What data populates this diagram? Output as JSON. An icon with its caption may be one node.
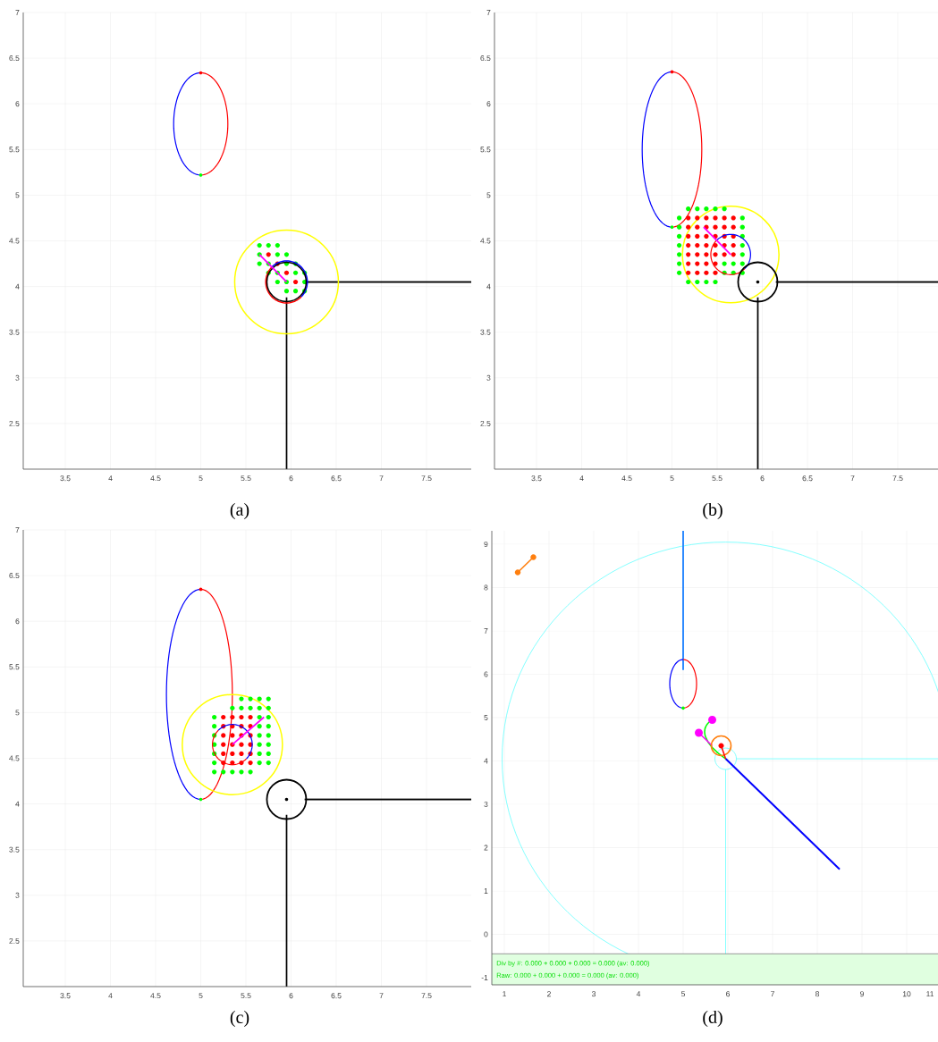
{
  "diagram": {
    "labels": [
      "7",
      "6.5",
      "6",
      "5.5",
      "5",
      "4.5",
      "4",
      "3.5",
      "3",
      "2.5",
      "3.5",
      "4",
      "4.5",
      "5",
      "5.5",
      "6",
      "6.5",
      "7",
      "7.5",
      "(a)",
      "7",
      "6.5",
      "6",
      "5.5",
      "5",
      "4.5",
      "4",
      "3.5",
      "3",
      "2.5",
      "3.5",
      "4",
      "4.5",
      "5",
      "5.5",
      "6",
      "6.5",
      "7",
      "7.5",
      "(b)",
      "7",
      "6.5",
      "6",
      "5.5",
      "5",
      "4.5",
      "4",
      "3.5",
      "3",
      "2.5",
      "3.5",
      "4",
      "4.5",
      "5",
      "5.5",
      "6",
      "6.5",
      "7",
      "7.5",
      "(c)",
      "9",
      "8",
      "7",
      "6",
      "5",
      "4",
      "3",
      "2",
      "1",
      "0",
      "-1",
      "Div by #: 0.000 + 0.000 + 0.000 = 0.000 (av: 0.000)",
      "Raw: 0.000 + 0.000 + 0.000 = 0.000 (av: 0.000)",
      "1",
      "2",
      "3",
      "4",
      "5",
      "6",
      "7",
      "8",
      "9",
      "10",
      "11",
      "(d)"
    ]
  }
}
